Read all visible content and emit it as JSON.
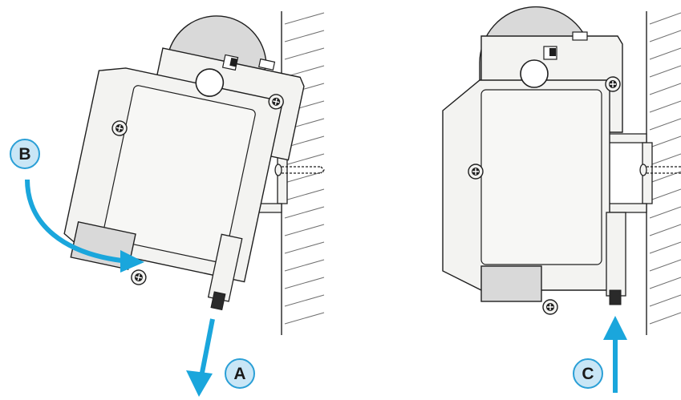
{
  "figure": {
    "labels": [
      {
        "id": "A",
        "text": "A"
      },
      {
        "id": "B",
        "text": "B"
      },
      {
        "id": "C",
        "text": "C"
      }
    ],
    "colors": {
      "arrow": "#1aa6dc",
      "label_fill": "#c9e6f6",
      "label_stroke": "#2a9fd6",
      "device_fill": "#f3f3f1",
      "device_stroke": "#1f1f1f",
      "grey_part": "#d9d9d9",
      "wall_hatch": "#6f6f6f"
    },
    "icons": [
      "screw-icon",
      "arrow-icon"
    ]
  }
}
